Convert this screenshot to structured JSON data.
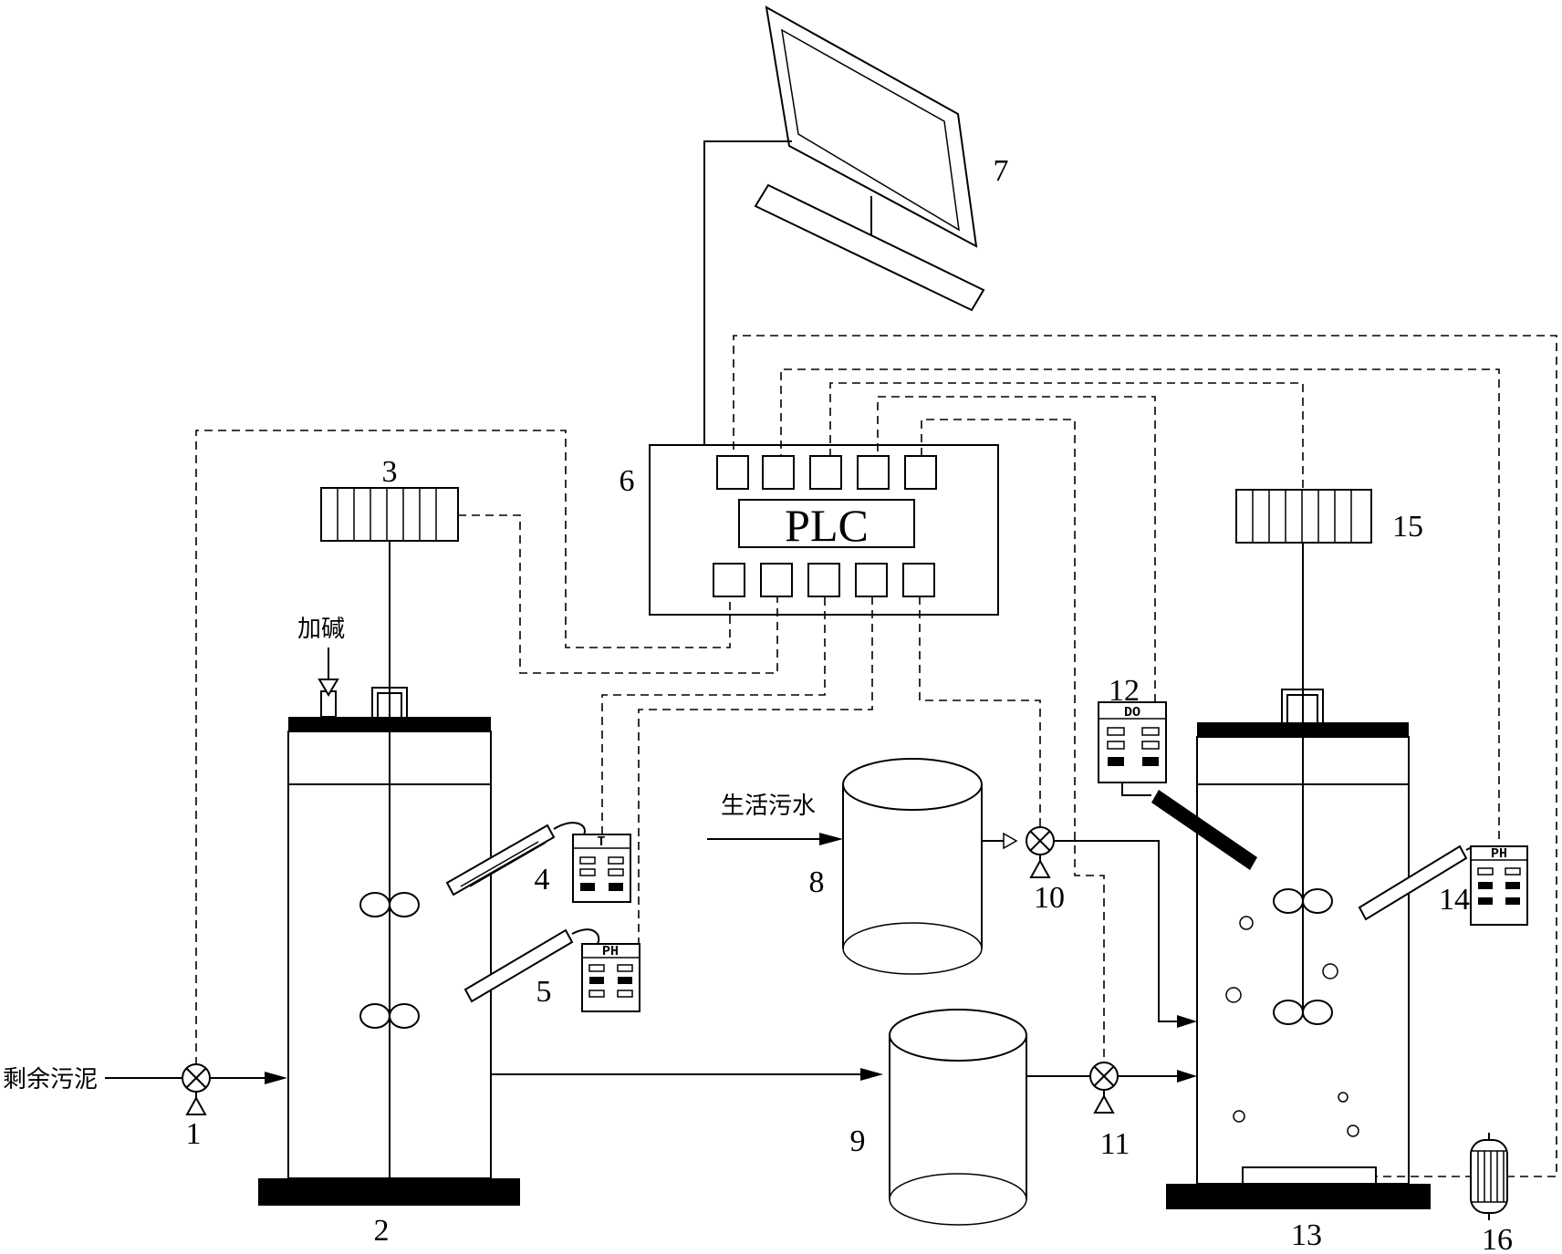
{
  "labels": {
    "n1": "1",
    "n2": "2",
    "n3": "3",
    "n4": "4",
    "n5": "5",
    "n6": "6",
    "n7": "7",
    "n8": "8",
    "n9": "9",
    "n10": "10",
    "n11": "11",
    "n12": "12",
    "n13": "13",
    "n14": "14",
    "n15": "15",
    "n16": "16"
  },
  "text": {
    "plc": "PLC",
    "alkali": "加碱",
    "sewage": "生活污水",
    "sludge": "剩余污泥",
    "meter_t": "T",
    "meter_ph_5": "PH",
    "meter_ph_14": "PH",
    "meter_do": "DO"
  }
}
